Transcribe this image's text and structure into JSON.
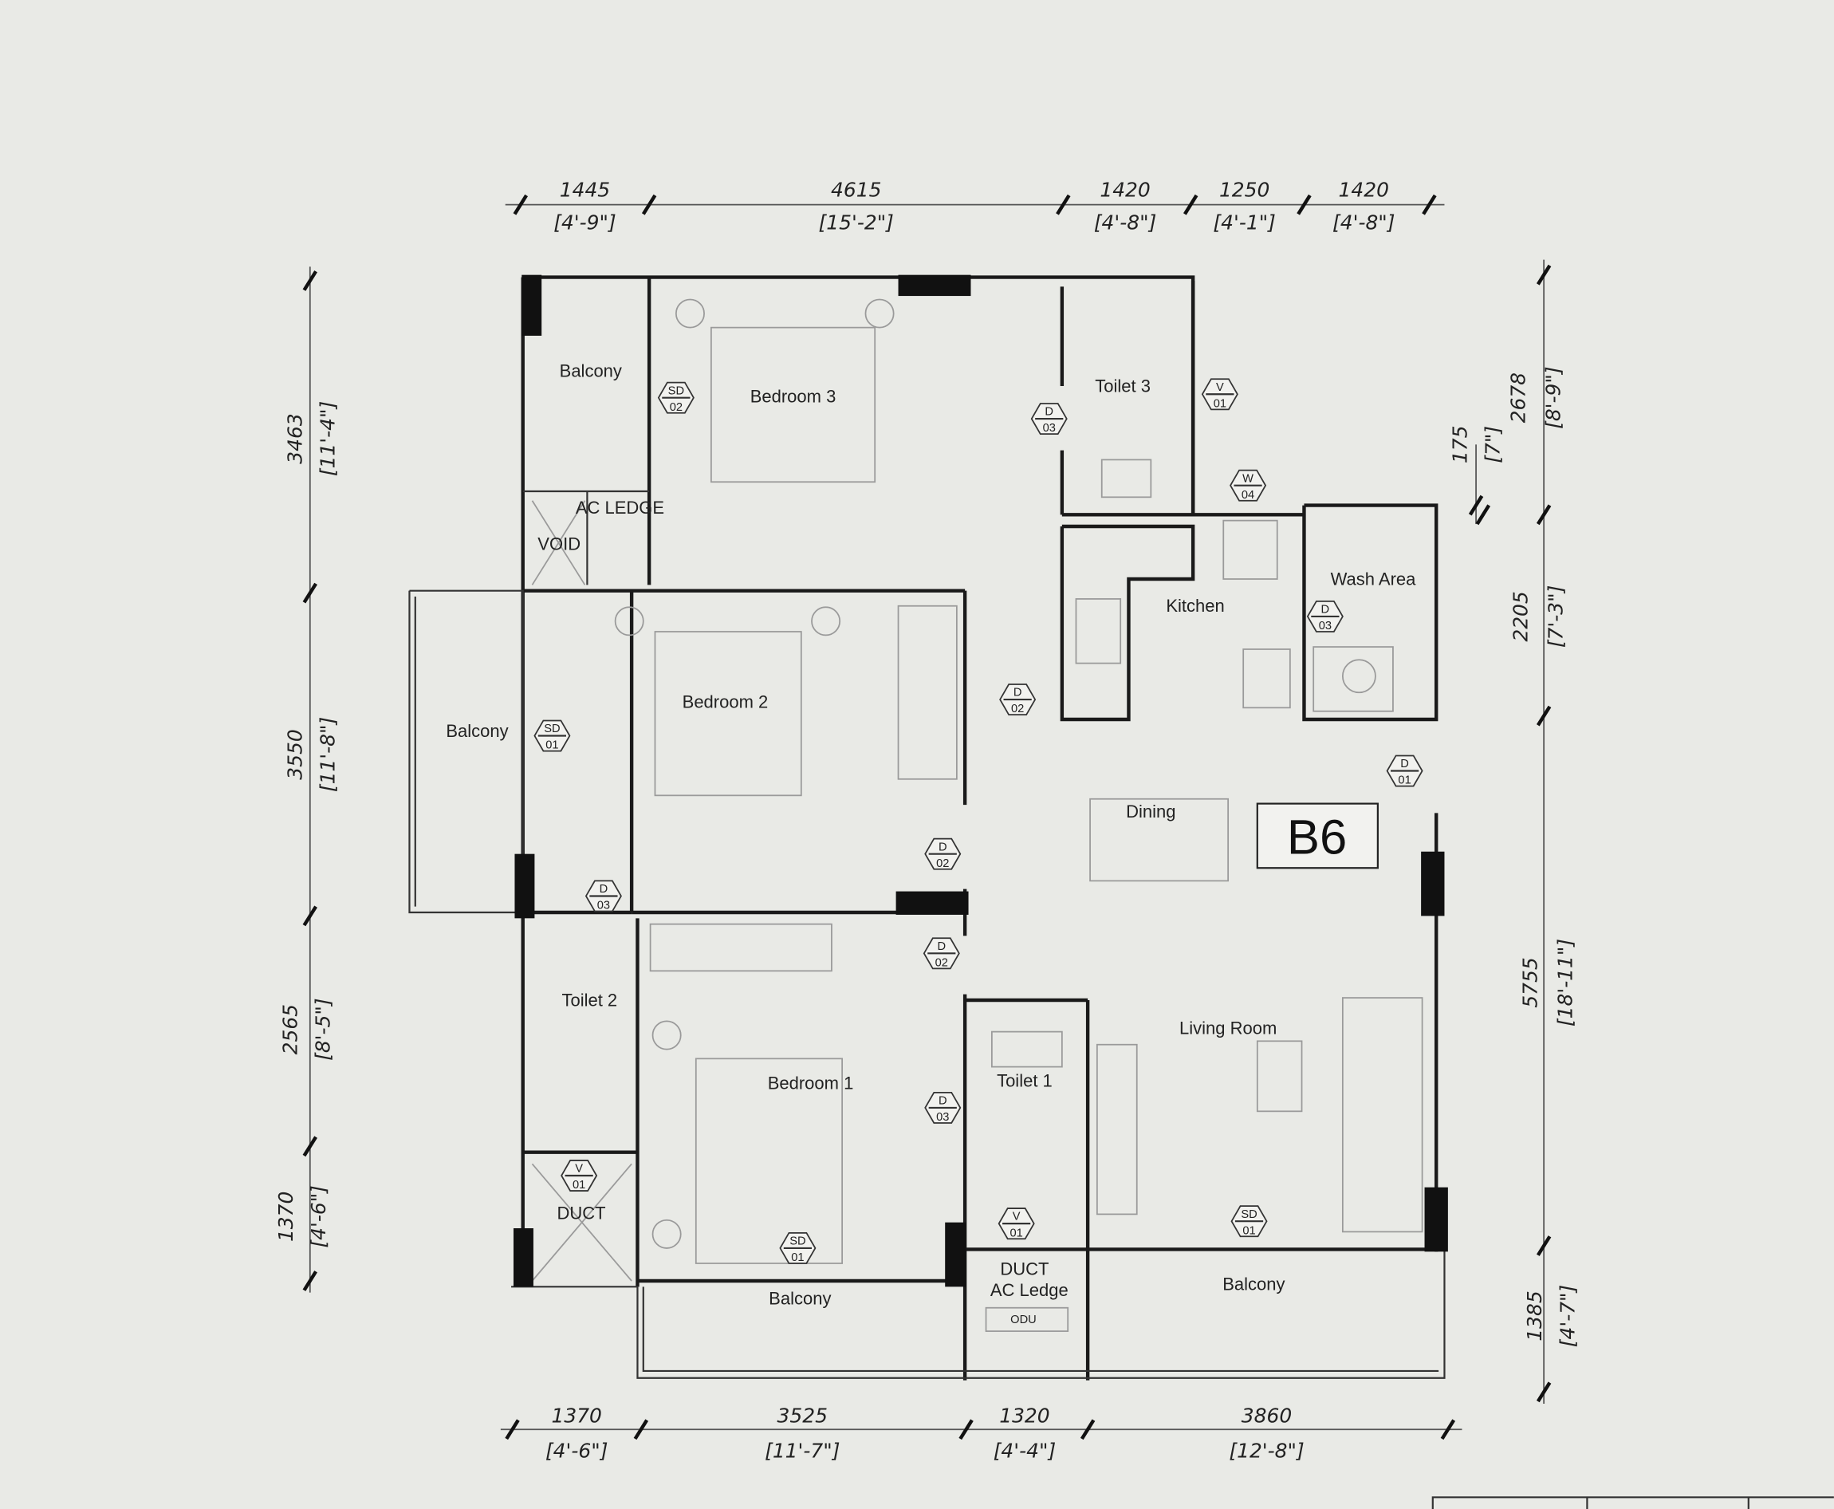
{
  "unit_label": "B6",
  "rooms": {
    "balcony_top_left": "Balcony",
    "bedroom3": "Bedroom 3",
    "toilet3": "Toilet 3",
    "ac_ledge_top": "AC LEDGE",
    "void": "VOID",
    "kitchen": "Kitchen",
    "wash_area": "Wash Area",
    "bedroom2": "Bedroom 2",
    "balcony_left": "Balcony",
    "dining": "Dining",
    "toilet2": "Toilet 2",
    "living_room": "Living Room",
    "bedroom1": "Bedroom 1",
    "toilet1": "Toilet 1",
    "duct_left": "DUCT",
    "duct_center": "DUCT",
    "ac_ledge_bottom": "AC Ledge",
    "odu": "ODU",
    "balcony_bottom_center": "Balcony",
    "balcony_bottom_right": "Balcony"
  },
  "dimensions": {
    "top": [
      {
        "mm": "1445",
        "ft": "[4'-9\"]"
      },
      {
        "mm": "4615",
        "ft": "[15'-2\"]"
      },
      {
        "mm": "1420",
        "ft": "[4'-8\"]"
      },
      {
        "mm": "1250",
        "ft": "[4'-1\"]"
      },
      {
        "mm": "1420",
        "ft": "[4'-8\"]"
      }
    ],
    "bottom": [
      {
        "mm": "1370",
        "ft": "[4'-6\"]"
      },
      {
        "mm": "3525",
        "ft": "[11'-7\"]"
      },
      {
        "mm": "1320",
        "ft": "[4'-4\"]"
      },
      {
        "mm": "3860",
        "ft": "[12'-8\"]"
      }
    ],
    "left": [
      {
        "mm": "3463",
        "ft": "[11'-4\"]"
      },
      {
        "mm": "3550",
        "ft": "[11'-8\"]"
      },
      {
        "mm": "2565",
        "ft": "[8'-5\"]"
      },
      {
        "mm": "1370",
        "ft": "[4'-6\"]"
      }
    ],
    "right": [
      {
        "mm": "2678",
        "ft": "[8'-9\"]"
      },
      {
        "mm": "175",
        "ft": "[7\"]"
      },
      {
        "mm": "2205",
        "ft": "[7'-3\"]"
      },
      {
        "mm": "5755",
        "ft": "[18'-11\"]"
      },
      {
        "mm": "1385",
        "ft": "[4'-7\"]"
      }
    ]
  },
  "tags": [
    {
      "type": "SD",
      "num": "02"
    },
    {
      "type": "D",
      "num": "03"
    },
    {
      "type": "V",
      "num": "01"
    },
    {
      "type": "W",
      "num": "04"
    },
    {
      "type": "D",
      "num": "03"
    },
    {
      "type": "D",
      "num": "02"
    },
    {
      "type": "SD",
      "num": "01"
    },
    {
      "type": "D",
      "num": "01"
    },
    {
      "type": "D",
      "num": "02"
    },
    {
      "type": "D",
      "num": "03"
    },
    {
      "type": "D",
      "num": "02"
    },
    {
      "type": "D",
      "num": "03"
    },
    {
      "type": "V",
      "num": "01"
    },
    {
      "type": "V",
      "num": "01"
    },
    {
      "type": "SD",
      "num": "01"
    },
    {
      "type": "SD",
      "num": "01"
    }
  ]
}
